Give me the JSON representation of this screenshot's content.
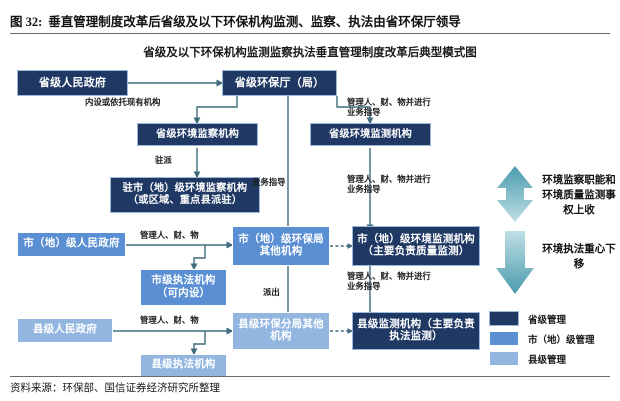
{
  "figure": {
    "number": "图 32:",
    "title": "垂直管理制度改革后省级及以下环保机构监测、监察、执法由省环保厅领导",
    "chart_title": "省级及以下环保机构监测监察执法垂直管理制度改革后典型模式图",
    "source": "资料来源：环保部、国信证券经济研究所整理"
  },
  "colors": {
    "provincial": "#1f3864",
    "city": "#5b8fd4",
    "county": "#93b6e0",
    "connector": "#3f6b7d",
    "arrow_up_top": "#4a9aad",
    "arrow_up_bottom": "#bfe0e6",
    "arrow_down_top": "#bfe0e6",
    "arrow_down_bottom": "#4a9aad",
    "rule": "#6b6b6b"
  },
  "nodes": [
    {
      "id": "prov-gov",
      "label": "省级人民政府",
      "level": "provincial"
    },
    {
      "id": "prov-epb",
      "label": "省级环保厅（局）",
      "level": "provincial"
    },
    {
      "id": "prov-inspect",
      "label": "省级环境监察机构",
      "level": "provincial"
    },
    {
      "id": "prov-monitor",
      "label": "省级环境监测机构",
      "level": "provincial"
    },
    {
      "id": "city-inspect-st",
      "label": "驻市（地）级环境监察机构（或区域、重点县派驻）",
      "level": "provincial"
    },
    {
      "id": "city-gov",
      "label": "市（地）级人民政府",
      "level": "city"
    },
    {
      "id": "city-epb",
      "label": "市（地）级环保局其他机构",
      "level": "city"
    },
    {
      "id": "city-enforce",
      "label": "市级执法机构（可内设）",
      "level": "city"
    },
    {
      "id": "city-monitor",
      "label": "市（地）级环境监测机构（主要负责质量监测）",
      "level": "provincial"
    },
    {
      "id": "cnty-gov",
      "label": "县级人民政府",
      "level": "county"
    },
    {
      "id": "cnty-epb",
      "label": "县级环保分局其他机构",
      "level": "county"
    },
    {
      "id": "cnty-enforce",
      "label": "县级执法机构",
      "level": "county"
    },
    {
      "id": "cnty-monitor",
      "label": "县级监测机构（主要负责执法监测）",
      "level": "provincial"
    }
  ],
  "edge_labels": [
    {
      "id": "e-neishe",
      "text": "内设或依托现有机构"
    },
    {
      "id": "e-zhupai",
      "text": "驻派"
    },
    {
      "id": "e-yewu1",
      "text": "业务指导"
    },
    {
      "id": "e-guanli-prov",
      "text": "管理人、财、物并进行业务指导"
    },
    {
      "id": "e-guanli-prov2",
      "text": "管理人、财、物并进行业务指导"
    },
    {
      "id": "e-guanli-city",
      "text": "管理人、财、物"
    },
    {
      "id": "e-guanli-city2",
      "text": "管理人、财、物并进行业务指导"
    },
    {
      "id": "e-paichu",
      "text": "派出"
    },
    {
      "id": "e-guanli-cnty",
      "text": "管理人、财、物"
    }
  ],
  "annotations": [
    {
      "id": "note-up",
      "text": "环境监察职能和环境质量监测事权上收",
      "direction": "up"
    },
    {
      "id": "note-down",
      "text": "环境执法重心下移",
      "direction": "down"
    }
  ],
  "legend": [
    {
      "label": "省级管理",
      "level": "provincial"
    },
    {
      "label": "市（地）级管理",
      "level": "city"
    },
    {
      "label": "县级管理",
      "level": "county"
    }
  ]
}
